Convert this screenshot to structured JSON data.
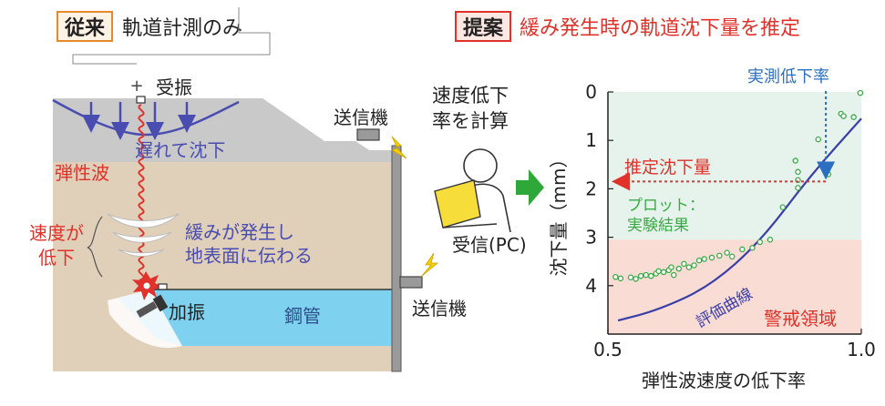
{
  "left_header": {
    "tag": "従来",
    "text": "軌道計測のみ"
  },
  "right_header": {
    "tag": "提案",
    "text": "緩み発生時の軌道沈下量を推定"
  },
  "diagram": {
    "excitation_received": "受振",
    "plus_sign": "+",
    "delayed_settlement": "遅れて沈下",
    "elastic_wave": "弾性波",
    "speed_drop_line1": "速度が",
    "speed_drop_line2": "低下",
    "loosening_line1": "緩みが発生し",
    "loosening_line2": "地表面に伝わる",
    "vibrate": "加振",
    "steel_pipe": "鋼管",
    "transmitter_top": "送信機",
    "transmitter_bottom": "送信機",
    "calc_line1": "速度低下",
    "calc_line2": "率を計算",
    "receiver": "受信(PC)"
  },
  "chart_data": {
    "type": "scatter",
    "xlabel": "弾性波速度の低下率",
    "ylabel": "沈下量（mm）",
    "xlim": [
      0.5,
      1.0
    ],
    "ylim": [
      0,
      5
    ],
    "y_inverted": true,
    "x_ticks": [
      "0.5",
      "1.0"
    ],
    "y_ticks": [
      "0",
      "1",
      "2",
      "3",
      "4"
    ],
    "zones": [
      {
        "name": "safe",
        "from": 0,
        "to": 3.05,
        "color": "#e6f3ec"
      },
      {
        "name": "警戒領域",
        "from": 3.05,
        "to": 5,
        "color": "#f9dcd4"
      }
    ],
    "annotations": {
      "measured": "実測低下率",
      "estimated": "推定沈下量",
      "plot_line1": "プロット：",
      "plot_line2": "実験結果",
      "curve": "評価曲線",
      "warning": "警戒領域"
    },
    "points": [
      [
        0.515,
        3.82
      ],
      [
        0.525,
        3.85
      ],
      [
        0.545,
        3.83
      ],
      [
        0.555,
        3.86
      ],
      [
        0.565,
        3.8
      ],
      [
        0.575,
        3.78
      ],
      [
        0.585,
        3.8
      ],
      [
        0.595,
        3.75
      ],
      [
        0.6,
        3.7
      ],
      [
        0.61,
        3.72
      ],
      [
        0.62,
        3.68
      ],
      [
        0.625,
        3.62
      ],
      [
        0.63,
        3.78
      ],
      [
        0.64,
        3.65
      ],
      [
        0.65,
        3.55
      ],
      [
        0.66,
        3.62
      ],
      [
        0.67,
        3.58
      ],
      [
        0.68,
        3.48
      ],
      [
        0.69,
        3.45
      ],
      [
        0.705,
        3.42
      ],
      [
        0.72,
        3.38
      ],
      [
        0.735,
        3.32
      ],
      [
        0.745,
        3.4
      ],
      [
        0.765,
        3.25
      ],
      [
        0.785,
        3.22
      ],
      [
        0.8,
        3.1
      ],
      [
        0.82,
        3.05
      ],
      [
        0.845,
        2.38
      ],
      [
        0.87,
        1.42
      ],
      [
        0.875,
        1.65
      ],
      [
        0.875,
        1.82
      ],
      [
        0.875,
        1.98
      ],
      [
        0.915,
        0.98
      ],
      [
        0.935,
        1.7
      ],
      [
        0.96,
        0.45
      ],
      [
        0.965,
        0.5
      ],
      [
        0.985,
        0.52
      ],
      [
        0.998,
        0.02
      ]
    ],
    "curve": {
      "name": "評価曲線",
      "x": [
        0.52,
        0.6,
        0.7,
        0.8,
        0.9,
        1.0
      ],
      "y": [
        4.72,
        4.5,
        4.02,
        3.1,
        1.72,
        0.55
      ]
    },
    "measured_rate": 0.93,
    "estimated_settlement": 1.85,
    "colors": {
      "points": "#3aaa45",
      "curve": "#3a3ea8",
      "measured": "#2c6fc0",
      "estimated": "#e0322a"
    }
  }
}
